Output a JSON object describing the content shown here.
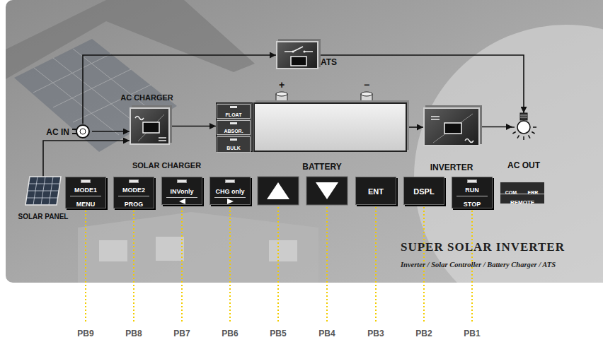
{
  "diagram": {
    "title": "SUPER SOLAR INVERTER",
    "nodes": [
      {
        "text": [
          "ATS"
        ]
      },
      {
        "text": [
          "AC IN"
        ]
      },
      {
        "text": [
          "AC CHARGER",
          "SOLAR CHARGER"
        ]
      },
      {
        "text": [
          "BATTERY"
        ]
      },
      {
        "text": [
          "FLOAT"
        ],
        "in": 3
      },
      {
        "text": [
          "ABSOR."
        ],
        "in": 3
      },
      {
        "text": [
          "BULK"
        ],
        "in": 3
      },
      {
        "text": [
          "INVERTER"
        ]
      },
      {
        "text": [
          "AC OUT"
        ]
      },
      {
        "text": [
          "SOLAR PANEL"
        ]
      },
      {
        "text": [
          "MODE1",
          "MENU"
        ]
      },
      {
        "text": [
          "MODE2",
          "PROG"
        ]
      },
      {
        "text": [
          "INVonly"
        ]
      },
      {
        "text": [
          "CHG only"
        ]
      },
      {
        "text": [
          "ENT"
        ]
      },
      {
        "text": [
          "DSPL"
        ]
      },
      {
        "text": [
          "RUN",
          "STOP"
        ]
      },
      {
        "text": [
          "COM.",
          "ERR.",
          "REMOTE"
        ]
      }
    ],
    "edges": [
      {
        "from": 1,
        "to": 0,
        "arrow": "to"
      },
      {
        "from": 0,
        "to": 8,
        "arrow": "to"
      },
      {
        "from": 1,
        "to": 2,
        "arrow": "to"
      },
      {
        "from": 9,
        "to": 2,
        "arrow": "to"
      },
      {
        "from": 2,
        "to": 3,
        "arrow": "to"
      },
      {
        "from": 3,
        "to": 7,
        "arrow": "to"
      },
      {
        "from": 7,
        "to": 8,
        "arrow": "to"
      }
    ],
    "labels": [
      "+",
      "−",
      "Inverter / Solar Controller / Battery Charger / ATS",
      "PB9",
      "PB8",
      "PB7",
      "PB6",
      "PB5",
      "PB4",
      "PB3",
      "PB2",
      "PB1"
    ]
  }
}
